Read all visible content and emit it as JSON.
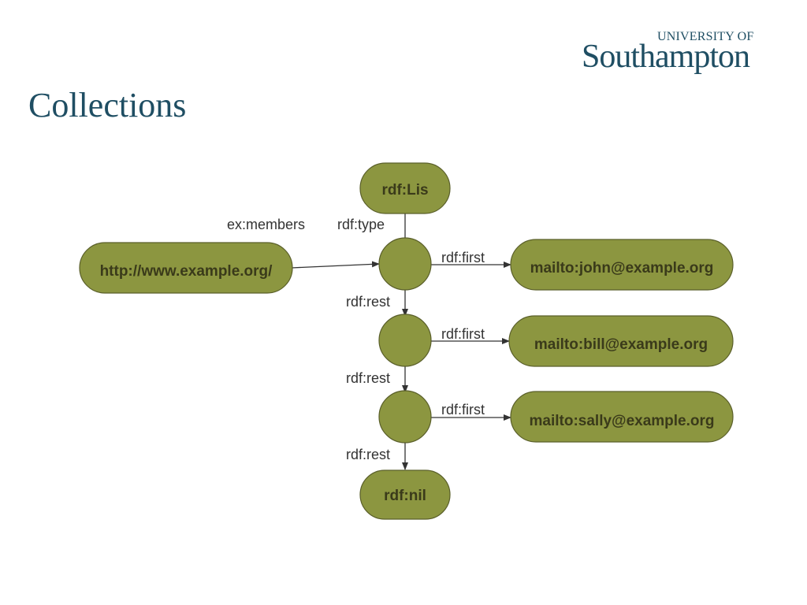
{
  "header": {
    "logo_top": "UNIVERSITY OF",
    "logo_main": "Southampton",
    "slide_title": "Collections"
  },
  "colors": {
    "node_fill": "#8c9640",
    "node_stroke": "#5a5f2a",
    "title": "#1f4e63",
    "edge": "#333333"
  },
  "nodes": {
    "list_type": "rdf:Lis",
    "subject": "http://www.example.org/",
    "item1": "mailto:john@example.org",
    "item2": "mailto:bill@example.org",
    "item3": "mailto:sally@example.org",
    "nil": "rdf:nil"
  },
  "edges": {
    "members": "ex:members",
    "type": "rdf:type",
    "first1": "rdf:first",
    "first2": "rdf:first",
    "first3": "rdf:first",
    "rest1": "rdf:rest",
    "rest2": "rdf:rest",
    "rest3": "rdf:rest"
  }
}
